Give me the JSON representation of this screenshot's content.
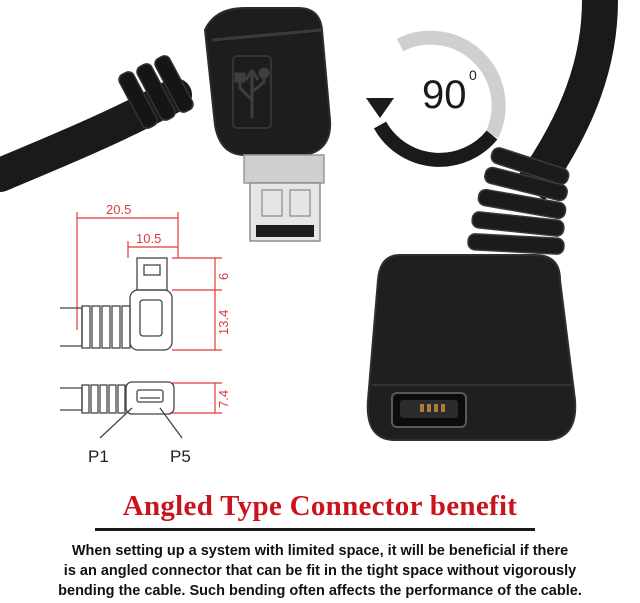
{
  "rotation": {
    "angle": "90",
    "degree_symbol": "0"
  },
  "dimensions": {
    "overall_width": "20.5",
    "tab_width": "10.5",
    "top_height": "6",
    "body_height": "13.4",
    "thickness": "7.4"
  },
  "pins": {
    "first": "P1",
    "last": "P5"
  },
  "headline": "Angled Type Connector benefit",
  "description": [
    "When setting up a system with limited space, it will be beneficial if there",
    "is an angled connector that can be fit in the tight space without vigorously",
    "bending the cable. Such bending often affects the performance of the cable."
  ],
  "colors": {
    "headline": "#c8141c",
    "dimension_lines": "#e03a3a",
    "cable": "#1a1a1a"
  },
  "icons": [
    "usb-trident-icon",
    "rotation-arrow-icon"
  ]
}
